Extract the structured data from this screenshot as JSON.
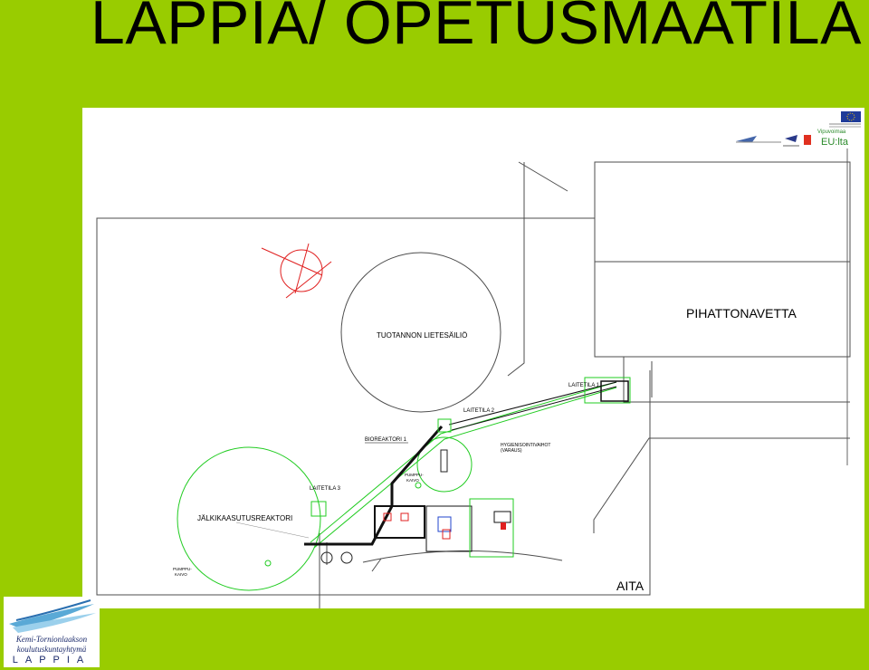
{
  "slide": {
    "title": "LAPPIA/ OPETUSMAATILA",
    "background_color": "#99cc00"
  },
  "plan": {
    "labels": {
      "pihattonavetta": "PIHATTONAVETTA",
      "lietesailio": "TUOTANNON LIETESÄILIÖ",
      "jalkikaasutus": "JÄLKIKAASUTUSREAKTORI",
      "bioreaktori": "BIOREAKTORI 1",
      "laitetila1": "LAITETILA 1",
      "laitetila2": "LAITETILA 2",
      "laitetila3": "LAITETILA 3",
      "hygienisointi_line1": "HYGIENISOINTIVAIHOT",
      "hygienisointi_line2": "(VARAUS)",
      "aita": "AITA",
      "pumppukaivo1": "PUMPPU-",
      "pumppukaivo2": "KAIVO"
    },
    "colors": {
      "structure": "#4d4d4d",
      "pipe": "#22cc22",
      "accent": "#e02020"
    }
  },
  "logos": {
    "eu_text": "EU:lta",
    "vipuvoimaa": "Vipuvoimaa",
    "org_line1": "Kemi-Tornionlaakson",
    "org_line2": "koulutuskuntayhtymä",
    "org_word": "LAPPIA"
  }
}
